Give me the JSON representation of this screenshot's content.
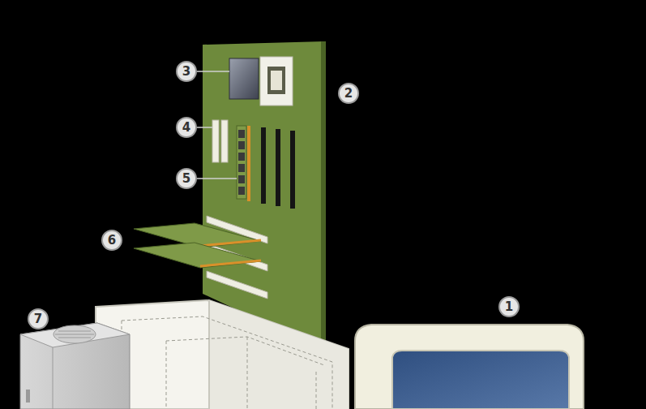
{
  "diagram": {
    "labels": [
      "3",
      "2",
      "4",
      "5",
      "6",
      "7",
      "1"
    ]
  }
}
